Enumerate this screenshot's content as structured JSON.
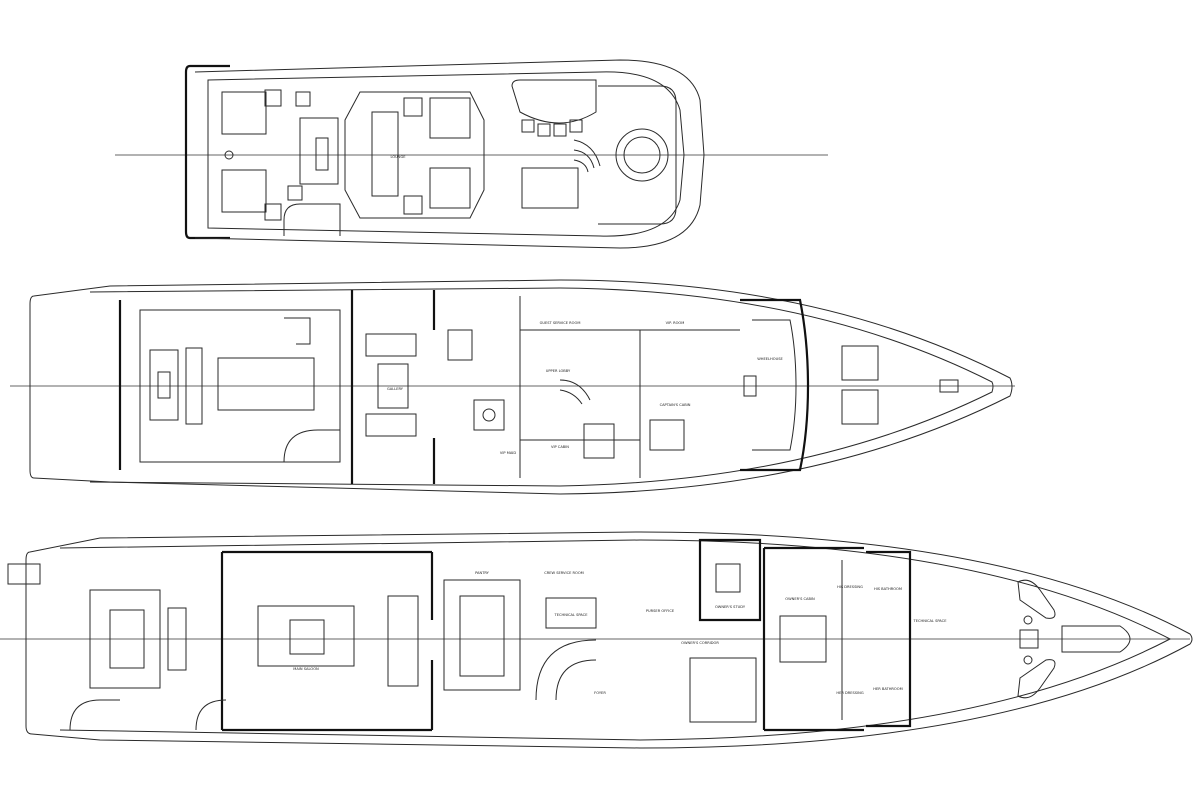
{
  "decks": [
    {
      "id": "sun-deck",
      "rooms": [
        {
          "label": "LOUNGE"
        }
      ]
    },
    {
      "id": "upper-deck",
      "rooms": [
        {
          "label": "GALLERY"
        },
        {
          "label": "GUEST SERVICE ROOM"
        },
        {
          "label": "VIP. ROOM"
        },
        {
          "label": "UPPER LOBBY"
        },
        {
          "label": "CAPTAIN'S CABIN"
        },
        {
          "label": "WHEELHOUSE"
        },
        {
          "label": "VIP CABIN"
        },
        {
          "label": "VIP MAID"
        }
      ]
    },
    {
      "id": "main-deck",
      "rooms": [
        {
          "label": "MAIN SALOON"
        },
        {
          "label": "PANTRY"
        },
        {
          "label": "CREW SERVICE ROOM"
        },
        {
          "label": "TECHNICAL SPACE"
        },
        {
          "label": "PURSER OFFICE"
        },
        {
          "label": "OWNER'S STUDY"
        },
        {
          "label": "OWNER'S CABIN"
        },
        {
          "label": "FOYER"
        },
        {
          "label": "OWNER'S CORRIDOR"
        },
        {
          "label": "HIS DRESSING"
        },
        {
          "label": "HER DRESSING"
        },
        {
          "label": "HIS BATHROOM"
        },
        {
          "label": "HER BATHROOM"
        },
        {
          "label": "TECHNICAL SPACE"
        }
      ]
    }
  ]
}
